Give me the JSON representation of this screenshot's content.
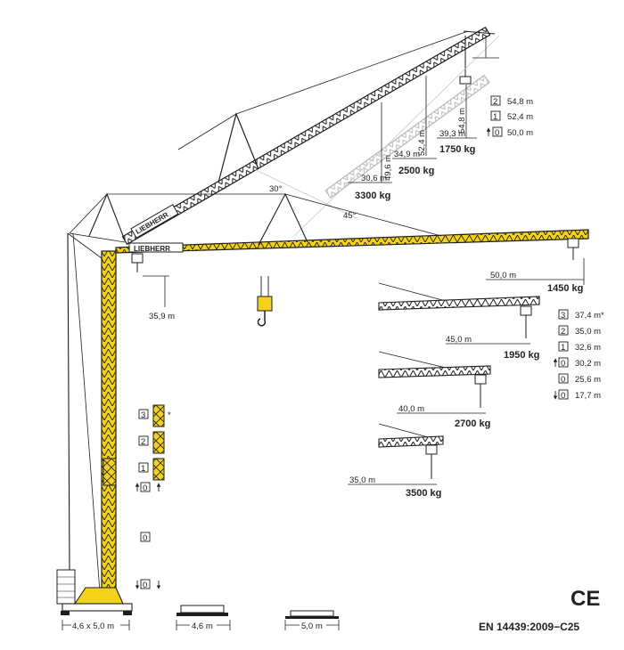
{
  "brand": "LIEBHERR",
  "luffing": {
    "angle_top": "30°",
    "angle_mid": "45°",
    "heights": [
      "54,8 m",
      "52,4 m",
      "49,6 m"
    ],
    "radii": [
      "39,3 m",
      "34,9 m",
      "30,6 m"
    ],
    "loads": [
      "1750 kg",
      "2500 kg",
      "3300 kg"
    ],
    "steps": [
      {
        "badge": "2",
        "value": "54,8 m"
      },
      {
        "badge": "1",
        "value": "52,4 m"
      },
      {
        "badge": "0",
        "value": "50,0 m"
      }
    ]
  },
  "horizontal": {
    "hook_height": "35,9 m",
    "configs": [
      {
        "radius": "50,0 m",
        "load": "1450 kg"
      },
      {
        "radius": "45,0 m",
        "load": "1950 kg"
      },
      {
        "radius": "40,0 m",
        "load": "2700 kg"
      },
      {
        "radius": "35,0 m",
        "load": "3500 kg"
      }
    ],
    "steps": [
      {
        "badge": "3",
        "value": "37,4 m*"
      },
      {
        "badge": "2",
        "value": "35,0 m"
      },
      {
        "badge": "1",
        "value": "32,6 m"
      },
      {
        "badge": "0",
        "value": "30,2 m"
      },
      {
        "badge": "0",
        "value": "25,6 m"
      },
      {
        "badge": "0",
        "value": "17,7 m"
      }
    ]
  },
  "tower_sections": [
    {
      "badge": "3",
      "note": "*"
    },
    {
      "badge": "2",
      "note": ""
    },
    {
      "badge": "1",
      "note": ""
    },
    {
      "badge": "0",
      "note": ""
    },
    {
      "badge": "0",
      "note": ""
    },
    {
      "badge": "0",
      "note": ""
    }
  ],
  "bases": [
    "4,6 x 5,0 m",
    "4,6 m",
    "5,0 m"
  ],
  "ce_mark": "CE",
  "standard": "EN 14439:2009−C25",
  "colors": {
    "yellow": "#f2d21b",
    "dark": "#1e1e1e",
    "grey": "#b9b9b9"
  }
}
